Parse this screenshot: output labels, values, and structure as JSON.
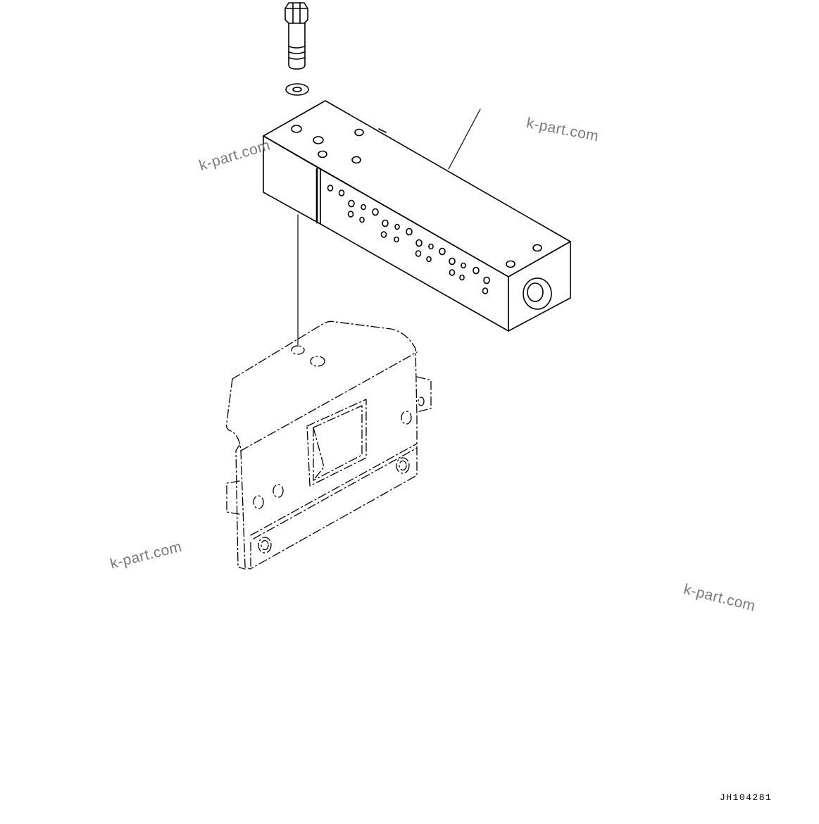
{
  "drawing": {
    "code": "JH104281",
    "line_color": "#000000",
    "background": "#ffffff"
  },
  "watermarks": [
    {
      "text": "k-part.com"
    },
    {
      "text": "k-part.com"
    },
    {
      "text": "k-part.com"
    },
    {
      "text": "k-part.com"
    }
  ],
  "watermark_color": "#7a7a7a"
}
